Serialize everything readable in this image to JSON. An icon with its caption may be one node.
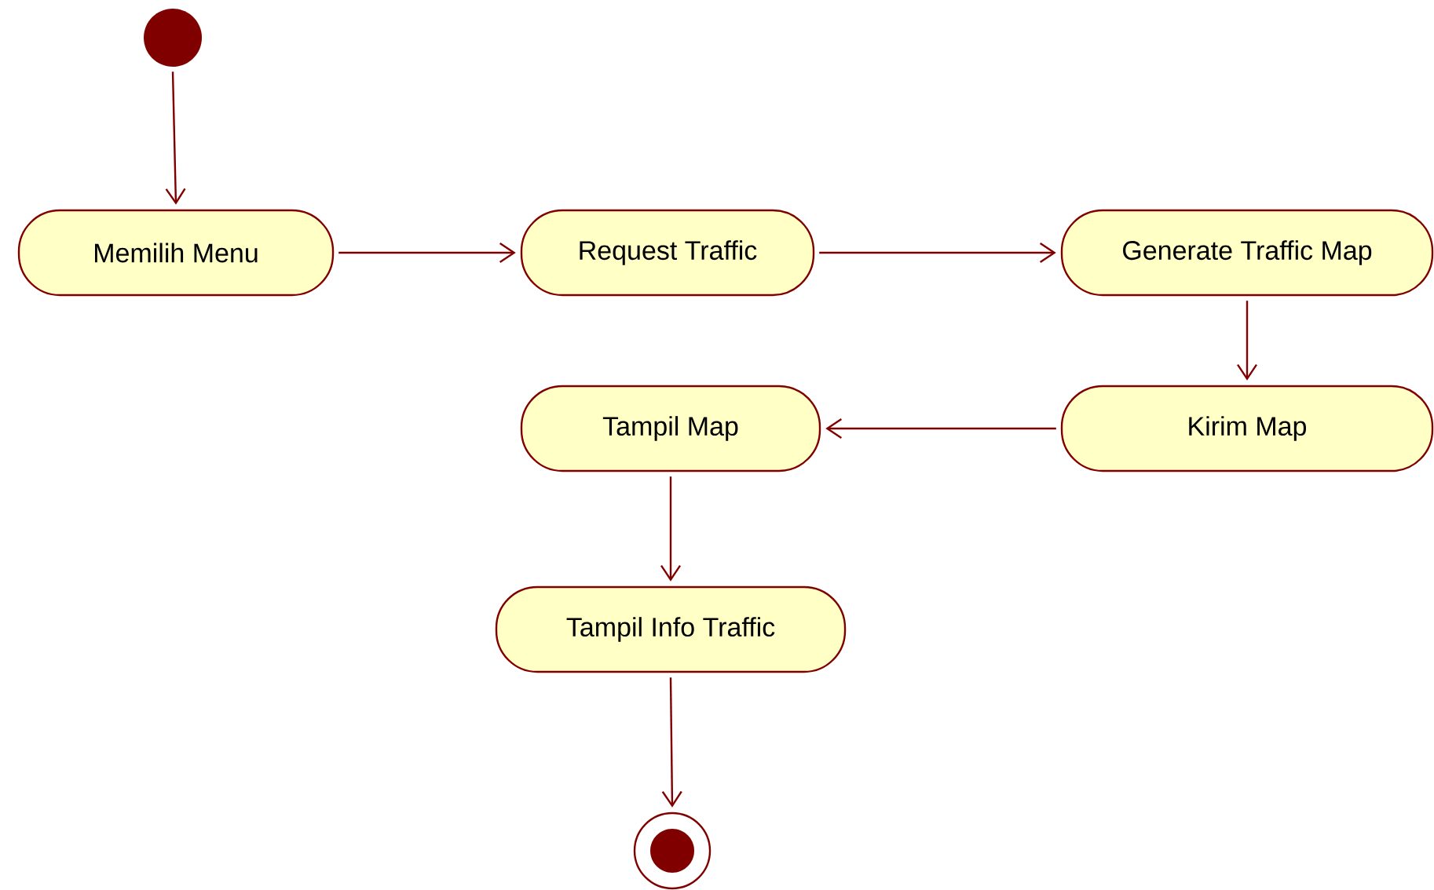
{
  "diagram": {
    "nodes": [
      {
        "text": [],
        "shape": "circle"
      },
      {
        "text": [
          "Memilih Menu"
        ]
      },
      {
        "text": [
          "Request Traffic"
        ]
      },
      {
        "text": [
          "Generate Traffic Map"
        ]
      },
      {
        "text": [
          "Kirim Map"
        ]
      },
      {
        "text": [
          "Tampil Map"
        ]
      },
      {
        "text": [
          "Tampil Info Traffic"
        ]
      },
      {
        "text": [],
        "shape": "bullseye"
      }
    ],
    "edges": [
      {
        "from": 0,
        "to": 1,
        "arrow": "to"
      },
      {
        "from": 1,
        "to": 2,
        "arrow": "to"
      },
      {
        "from": 2,
        "to": 3,
        "arrow": "to"
      },
      {
        "from": 3,
        "to": 4,
        "arrow": "to"
      },
      {
        "from": 4,
        "to": 5,
        "arrow": "to"
      },
      {
        "from": 5,
        "to": 6,
        "arrow": "to"
      },
      {
        "from": 6,
        "to": 7,
        "arrow": "to"
      }
    ]
  }
}
